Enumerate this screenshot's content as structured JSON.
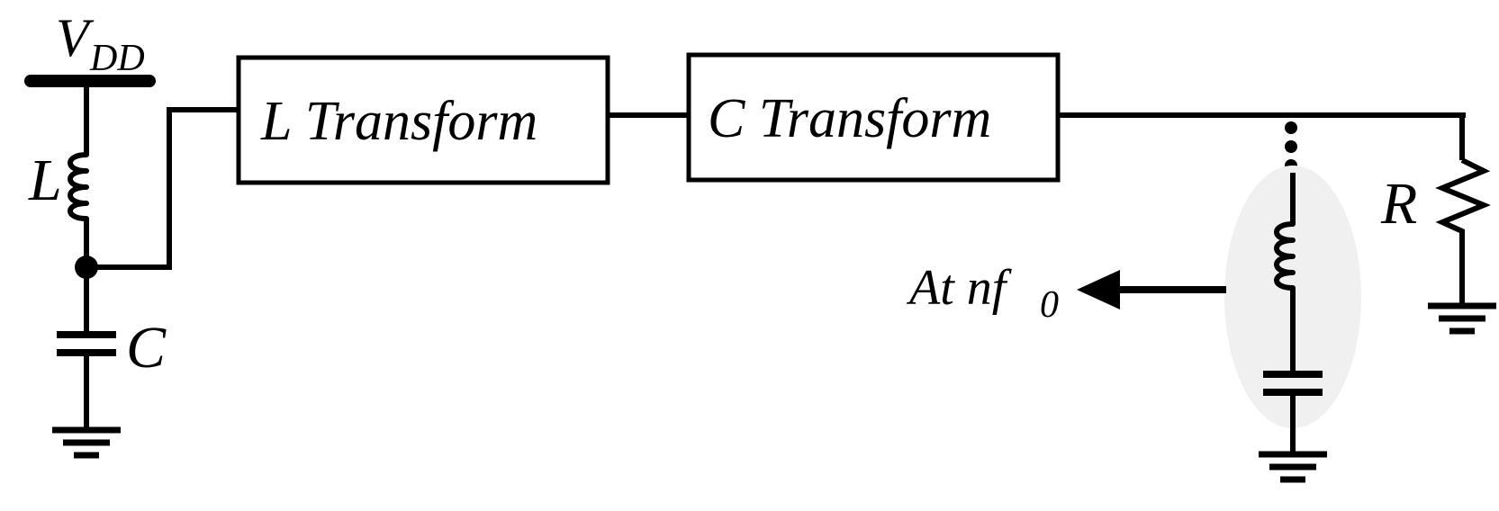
{
  "diagram": {
    "title": "Class-F power amplifier output network with harmonic traps",
    "type": "circuit-schematic",
    "background_color": "#ffffff",
    "stroke_color": "#000000",
    "highlight_color": "#f0f0f0"
  },
  "labels": {
    "supply": "V",
    "supply_subscript": "DD",
    "inductor_choke": "L",
    "capacitor_shunt": "C",
    "resistor_load": "R",
    "annotation": "At nf",
    "annotation_subscript": "0"
  },
  "blocks": [
    {
      "id": "l-transform",
      "label": "L Transform"
    },
    {
      "id": "c-transform",
      "label": "C Transform"
    }
  ],
  "components": [
    {
      "id": "choke-inductor",
      "kind": "inductor",
      "label": "L"
    },
    {
      "id": "shunt-capacitor",
      "kind": "capacitor",
      "label": "C"
    },
    {
      "id": "trap-inductor",
      "kind": "inductor",
      "label": ""
    },
    {
      "id": "trap-capacitor",
      "kind": "capacitor",
      "label": ""
    },
    {
      "id": "load-resistor",
      "kind": "resistor",
      "label": "R"
    }
  ],
  "symbols": {
    "ground_count": 3,
    "repetition_dots": 3,
    "supply_rail": "VDD rail"
  }
}
